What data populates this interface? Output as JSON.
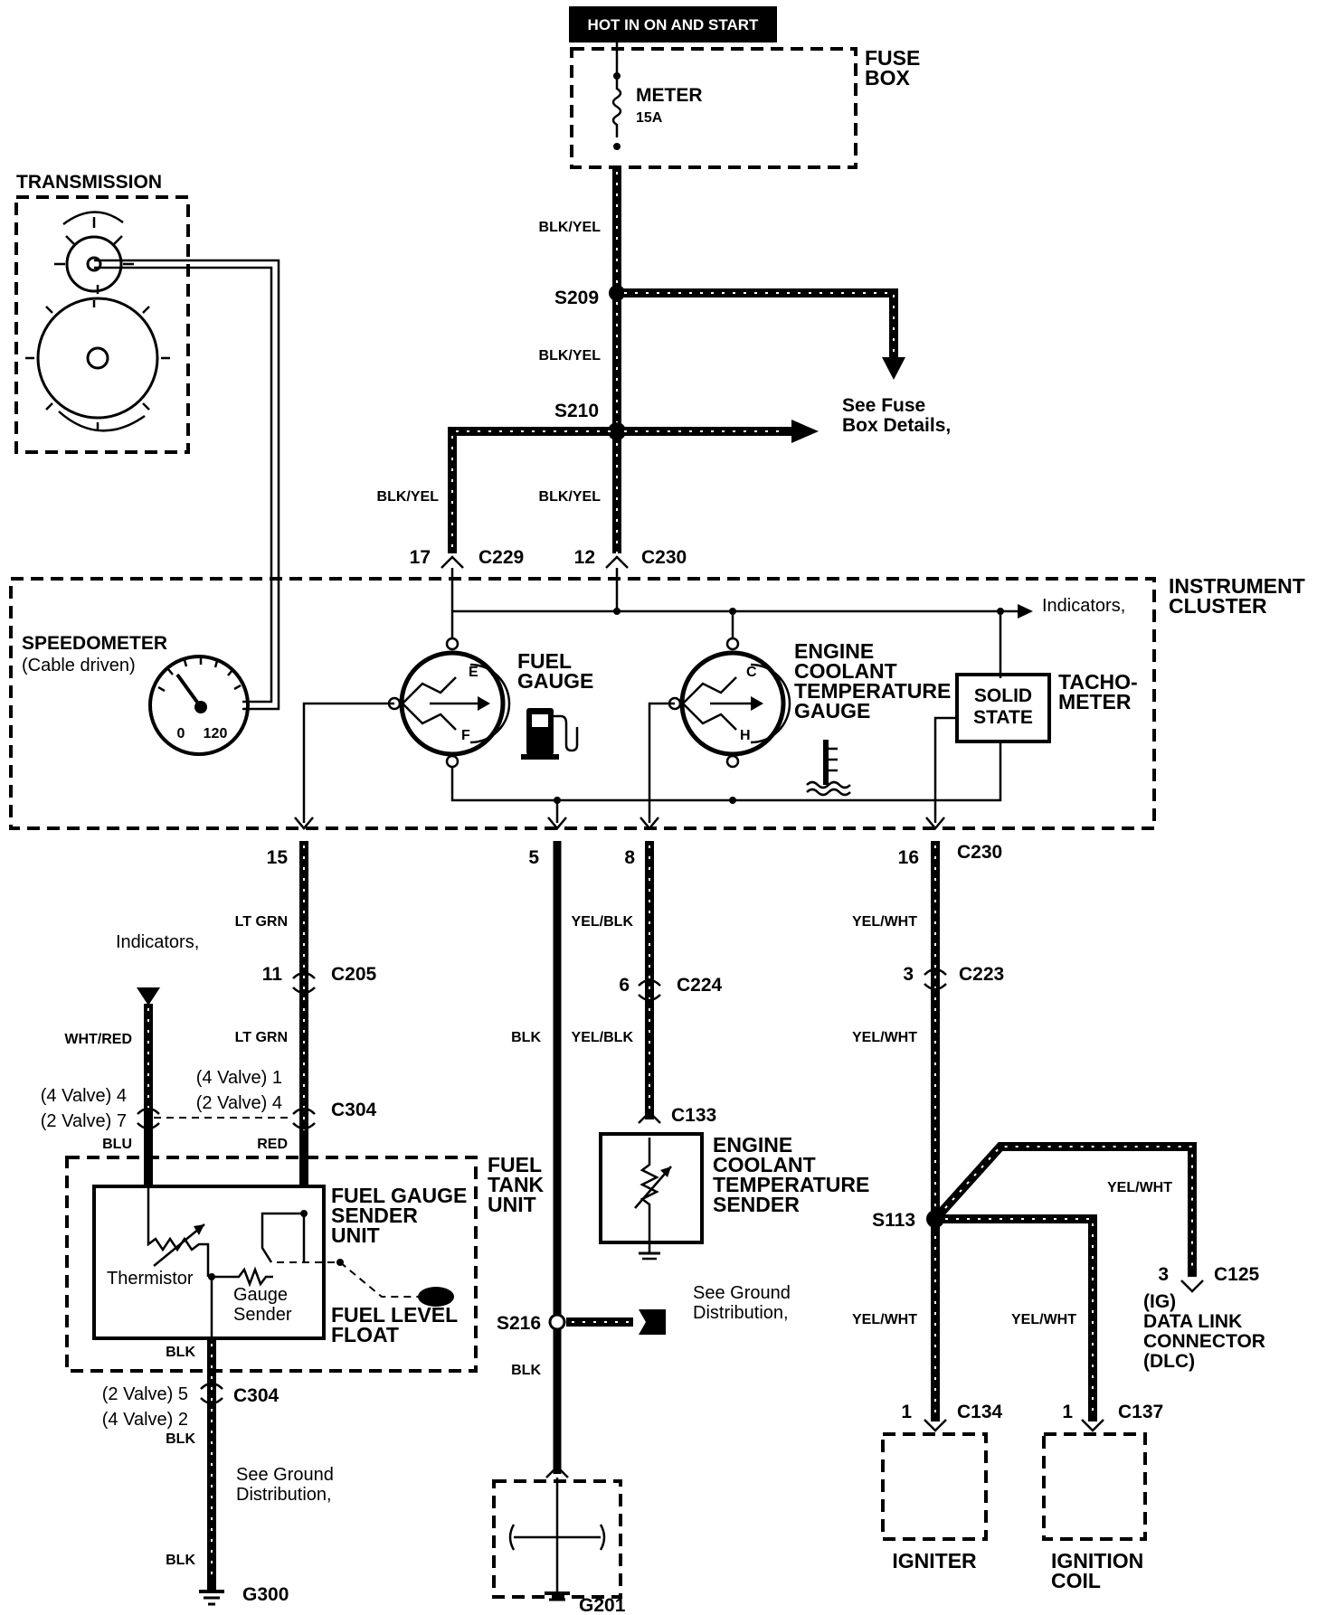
{
  "header": {
    "power_label": "HOT IN ON AND START"
  },
  "fuse_box": {
    "label": "FUSE\nBOX",
    "fuse_name": "METER",
    "fuse_rating": "15A"
  },
  "transmission": {
    "label": "TRANSMISSION"
  },
  "splices": {
    "s209": "S209",
    "s210": "S210",
    "s113": "S113",
    "s216": "S216"
  },
  "notes": {
    "fuse_details": "See Fuse\nBox Details,",
    "indicators_right": "Indicators,",
    "indicators_left": "Indicators,",
    "ground_dist_mid": "See Ground\nDistribution,",
    "ground_dist_left": "See Ground\nDistribution,"
  },
  "wire_colors": {
    "blk_yel": "BLK/YEL",
    "lt_grn": "LT GRN",
    "blk": "BLK",
    "yel_blk": "YEL/BLK",
    "yel_wht": "YEL/WHT",
    "wht_red": "WHT/RED",
    "blu": "BLU",
    "red": "RED"
  },
  "connectors": {
    "c229": "C229",
    "c230_top": "C230",
    "c230_bottom": "C230",
    "c205": "C205",
    "c304_top": "C304",
    "c304_bottom": "C304",
    "c224": "C224",
    "c133": "C133",
    "c223": "C223",
    "c125": "C125",
    "c134": "C134",
    "c137": "C137"
  },
  "pins": {
    "p17": "17",
    "p12": "12",
    "p15": "15",
    "p5": "5",
    "p8": "8",
    "p16": "16",
    "p11": "11",
    "p6": "6",
    "p3_c223": "3",
    "p3_c125": "3",
    "p1_c134": "1",
    "p1_c137": "1",
    "left_4valve": "(4 Valve) 4",
    "left_2valve": "(2 Valve) 7",
    "mid_4valve": "(4 Valve) 1",
    "mid_2valve": "(2 Valve) 4",
    "bot_2valve": "(2 Valve) 5",
    "bot_4valve": "(4 Valve) 2"
  },
  "instrument_cluster": {
    "label": "INSTRUMENT\nCLUSTER",
    "speedometer": "SPEEDOMETER",
    "speedometer_sub": "(Cable driven)",
    "speed_min": "0",
    "speed_max": "120",
    "fuel_gauge": "FUEL\nGAUGE",
    "fuel_e": "E",
    "fuel_f": "F",
    "coolant_gauge": "ENGINE\nCOOLANT\nTEMPERATURE\nGAUGE",
    "coolant_c": "C",
    "coolant_h": "H",
    "solid_state": "SOLID\nSTATE",
    "tachometer": "TACHO-\nMETER"
  },
  "fuel_tank": {
    "label": "FUEL\nTANK\nUNIT",
    "sender_unit": "FUEL GAUGE\nSENDER\nUNIT",
    "thermistor": "Thermistor",
    "gauge_sender": "Gauge\nSender",
    "float": "FUEL LEVEL\nFLOAT"
  },
  "coolant_sender": {
    "label": "ENGINE\nCOOLANT\nTEMPERATURE\nSENDER"
  },
  "dlc": {
    "label": "(IG)\nDATA LINK\nCONNECTOR\n(DLC)"
  },
  "grounds": {
    "g300": "G300",
    "g201": "G201"
  },
  "components": {
    "igniter": "IGNITER",
    "ignition_coil": "IGNITION\nCOIL"
  }
}
